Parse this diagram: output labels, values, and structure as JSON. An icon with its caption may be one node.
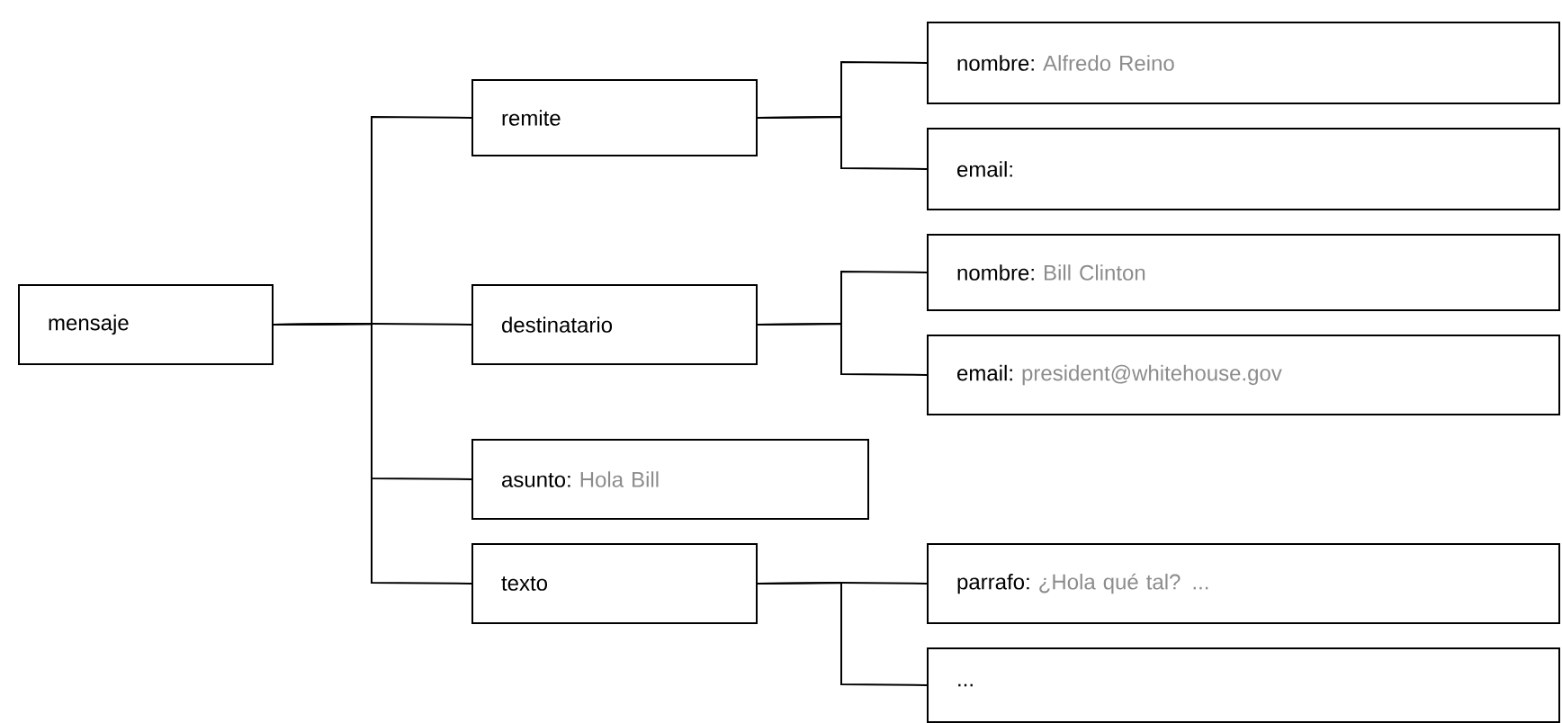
{
  "diagram": {
    "nodes": [
      {
        "text": [
          "mensaje"
        ]
      },
      {
        "text": [
          "remite"
        ]
      },
      {
        "text": [
          "destinatario"
        ]
      },
      {
        "text": [
          "asunto:",
          "Hola Bill"
        ]
      },
      {
        "text": [
          "texto"
        ]
      },
      {
        "text": [
          "nombre:",
          "Alfredo Reino"
        ]
      },
      {
        "text": [
          "email:"
        ]
      },
      {
        "text": [
          "nombre:",
          "Bill Clinton"
        ]
      },
      {
        "text": [
          "email:",
          "president@whitehouse.gov"
        ]
      },
      {
        "text": [
          "parrafo:",
          "¿Hola qué tal? ..."
        ]
      },
      {
        "text": [
          "..."
        ]
      }
    ],
    "edges": [
      {
        "from": 0,
        "to": 1,
        "arrow": "none"
      },
      {
        "from": 0,
        "to": 2,
        "arrow": "none"
      },
      {
        "from": 0,
        "to": 3,
        "arrow": "none"
      },
      {
        "from": 0,
        "to": 4,
        "arrow": "none"
      },
      {
        "from": 1,
        "to": 5,
        "arrow": "none"
      },
      {
        "from": 1,
        "to": 6,
        "arrow": "none"
      },
      {
        "from": 2,
        "to": 7,
        "arrow": "none"
      },
      {
        "from": 2,
        "to": 8,
        "arrow": "none"
      },
      {
        "from": 4,
        "to": 9,
        "arrow": "none"
      },
      {
        "from": 4,
        "to": 10,
        "arrow": "none"
      }
    ]
  }
}
